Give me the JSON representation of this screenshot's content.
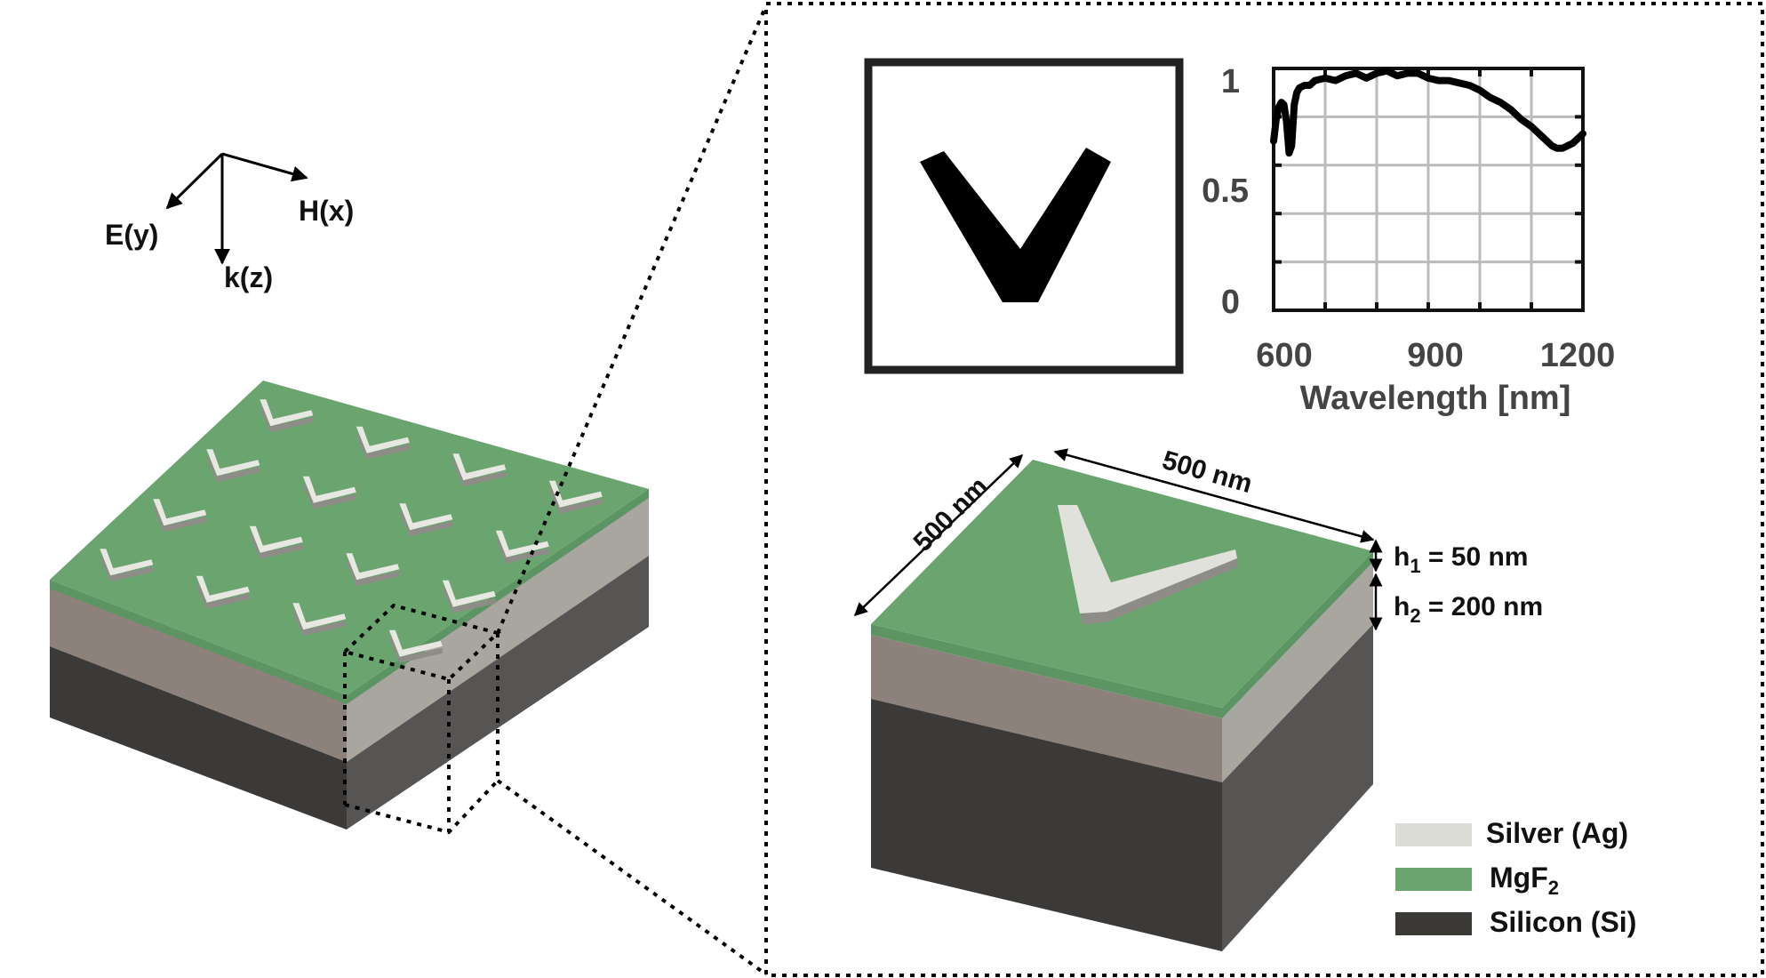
{
  "axes_labels": {
    "h": "H(x)",
    "e": "E(y)",
    "k": "k(z)"
  },
  "chart_data": {
    "type": "line",
    "title": "",
    "xlabel": "Wavelength [nm]",
    "ylabel": "",
    "xlim": [
      600,
      1200
    ],
    "ylim": [
      0,
      1
    ],
    "xticks": [
      "600",
      "900",
      "1200"
    ],
    "yticks": [
      "0",
      "0.5",
      "1"
    ],
    "grid": true,
    "series": [
      {
        "color": "#000000",
        "x": [
          600,
          605,
          610,
          615,
          620,
          625,
          630,
          635,
          640,
          645,
          650,
          660,
          670,
          680,
          700,
          720,
          740,
          760,
          780,
          800,
          820,
          840,
          860,
          880,
          900,
          920,
          940,
          960,
          980,
          1000,
          1020,
          1040,
          1060,
          1080,
          1100,
          1110,
          1120,
          1130,
          1140,
          1150,
          1160,
          1170,
          1180,
          1190,
          1200
        ],
        "y": [
          0.7,
          0.79,
          0.84,
          0.86,
          0.85,
          0.78,
          0.65,
          0.68,
          0.85,
          0.9,
          0.92,
          0.93,
          0.93,
          0.95,
          0.96,
          0.95,
          0.97,
          0.98,
          0.96,
          0.98,
          0.99,
          0.97,
          0.98,
          0.98,
          0.96,
          0.95,
          0.95,
          0.94,
          0.93,
          0.91,
          0.88,
          0.86,
          0.83,
          0.79,
          0.76,
          0.74,
          0.72,
          0.7,
          0.68,
          0.67,
          0.67,
          0.68,
          0.69,
          0.71,
          0.73
        ]
      }
    ]
  },
  "dimensions": {
    "side_a": "500 nm",
    "side_b": "500 nm",
    "h1": {
      "base": "h",
      "sub": "1",
      "rest": " = 50 nm"
    },
    "h2": {
      "base": "h",
      "sub": "2",
      "rest": " = 200 nm"
    }
  },
  "legend": [
    {
      "name": "Silver (Ag)",
      "color": "#dcdcd6"
    },
    {
      "name": "MgF",
      "sub": "2",
      "color": "#6aa56f"
    },
    {
      "name": "Silicon (Si)",
      "color": "#3b3936"
    }
  ]
}
